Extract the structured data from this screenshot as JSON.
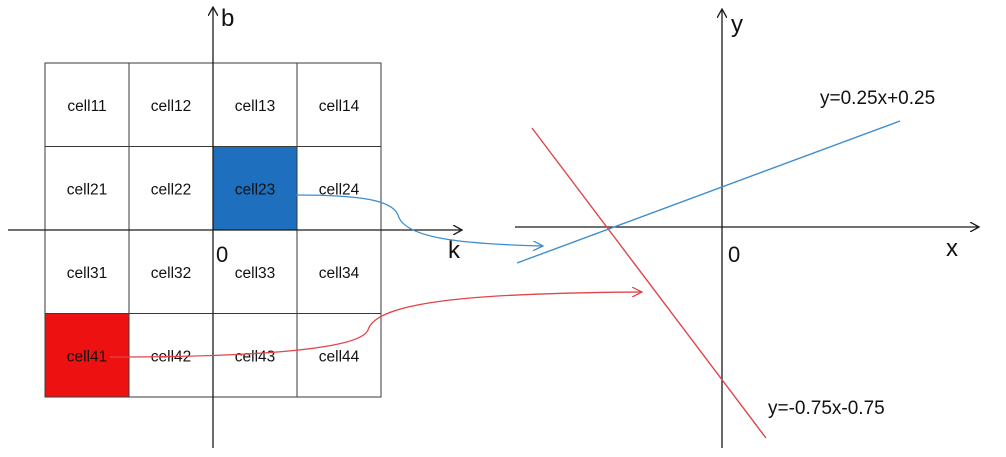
{
  "grid": {
    "rows": [
      [
        "cell11",
        "cell12",
        "cell13",
        "cell14"
      ],
      [
        "cell21",
        "cell22",
        "cell23",
        "cell24"
      ],
      [
        "cell31",
        "cell32",
        "cell33",
        "cell34"
      ],
      [
        "cell41",
        "cell42",
        "cell43",
        "cell44"
      ]
    ],
    "highlights": {
      "cell23": "#1f6fbf",
      "cell41": "#ee1111"
    }
  },
  "left_axes": {
    "horizontal_label": "k",
    "vertical_label": "b",
    "origin_label": "0"
  },
  "right_axes": {
    "horizontal_label": "x",
    "vertical_label": "y",
    "origin_label": "0"
  },
  "lines": [
    {
      "label": "y=0.25x+0.25",
      "color": "#3d8ed0"
    },
    {
      "label": "y=-0.75x-0.75",
      "color": "#e0454a"
    }
  ],
  "colors": {
    "axis": "#1a1a1a",
    "grid_border": "#3a3a3a",
    "blue_connector": "#3d8ed0",
    "red_connector": "#e0454a"
  }
}
